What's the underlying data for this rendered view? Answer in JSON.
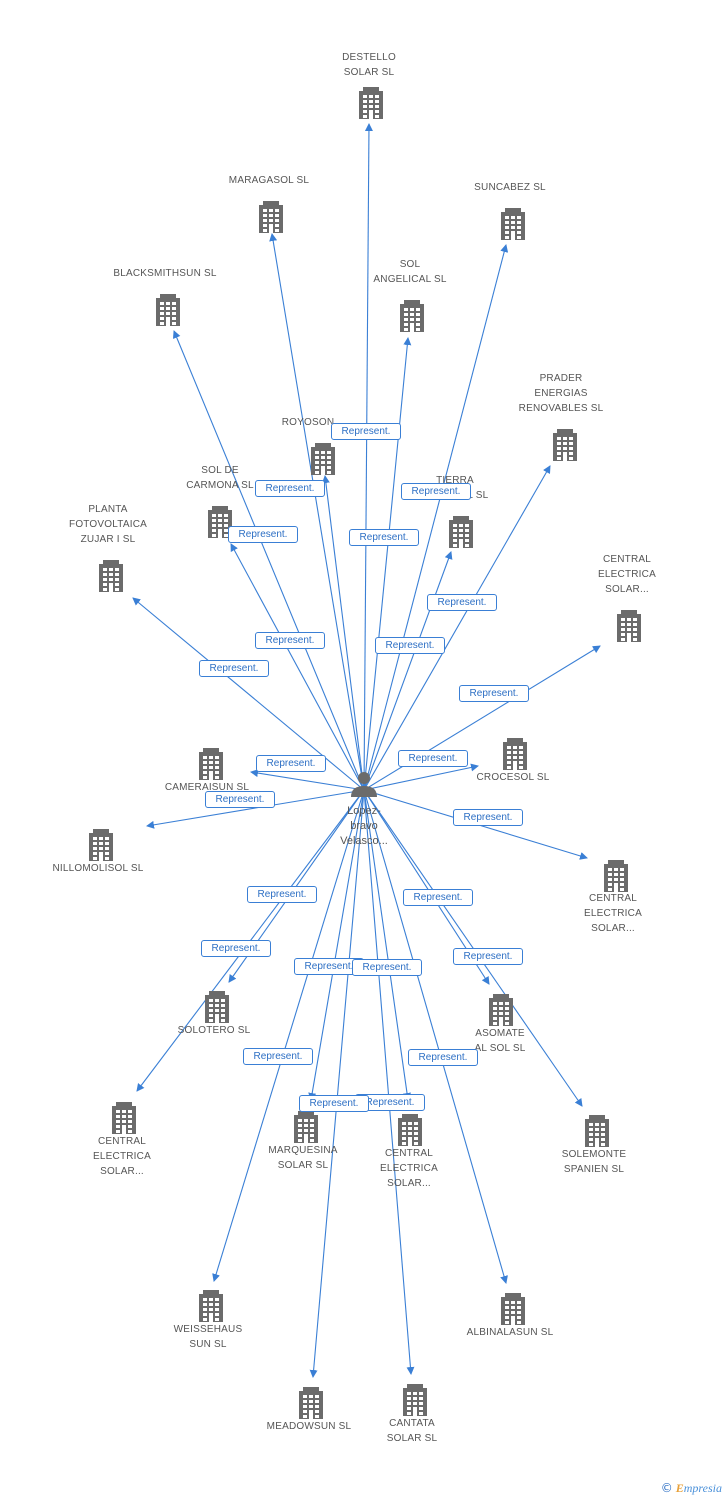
{
  "center": {
    "label": "Lopez-\nbravo\nVelasco..."
  },
  "edge_label": "Represent.",
  "nodes": [
    {
      "id": "destello",
      "label": "DESTELLO\nSOLAR SL"
    },
    {
      "id": "maragasol",
      "label": "MARAGASOL SL"
    },
    {
      "id": "suncabez",
      "label": "SUNCABEZ SL"
    },
    {
      "id": "blacksmithsun",
      "label": "BLACKSMITHSUN SL"
    },
    {
      "id": "sol-angelical",
      "label": "SOL\nANGELICAL SL"
    },
    {
      "id": "prader",
      "label": "PRADER\nENERGIAS\nRENOVABLES SL"
    },
    {
      "id": "royoson",
      "label": "ROYOSON"
    },
    {
      "id": "tierra-tropical",
      "label": "TIERRA\nTROPICAL SL"
    },
    {
      "id": "sol-carmona",
      "label": "SOL DE\nCARMONA SL"
    },
    {
      "id": "planta-zujar",
      "label": "PLANTA\nFOTOVOLTAICA\nZUJAR I SL"
    },
    {
      "id": "central-1",
      "label": "CENTRAL\nELECTRICA\nSOLAR..."
    },
    {
      "id": "cameraisun",
      "label": "CAMERAISUN SL"
    },
    {
      "id": "crocesol",
      "label": "CROCESOL SL"
    },
    {
      "id": "nillomolisol",
      "label": "NILLOMOLISOL SL"
    },
    {
      "id": "central-2",
      "label": "CENTRAL\nELECTRICA\nSOLAR..."
    },
    {
      "id": "solotero",
      "label": "SOLOTERO SL"
    },
    {
      "id": "asomate",
      "label": "ASOMATE\nAL SOL SL"
    },
    {
      "id": "central-3",
      "label": "CENTRAL\nELECTRICA\nSOLAR..."
    },
    {
      "id": "marquesina",
      "label": "MARQUESINA\nSOLAR SL"
    },
    {
      "id": "central-4",
      "label": "CENTRAL\nELECTRICA\nSOLAR..."
    },
    {
      "id": "solemonte",
      "label": "SOLEMONTE\nSPANIEN SL"
    },
    {
      "id": "weissehaus",
      "label": "WEISSEHAUS\nSUN SL"
    },
    {
      "id": "albinalasun",
      "label": "ALBINALASUN SL"
    },
    {
      "id": "meadowsun",
      "label": "MEADOWSUN SL"
    },
    {
      "id": "cantata",
      "label": "CANTATA\nSOLAR SL"
    }
  ],
  "footer": {
    "copyright": "©",
    "brand_initial": "E",
    "brand_rest": "mpresia"
  },
  "colors": {
    "edge": "#3a7fd5",
    "icon": "#6b6b6b",
    "text": "#555555"
  }
}
